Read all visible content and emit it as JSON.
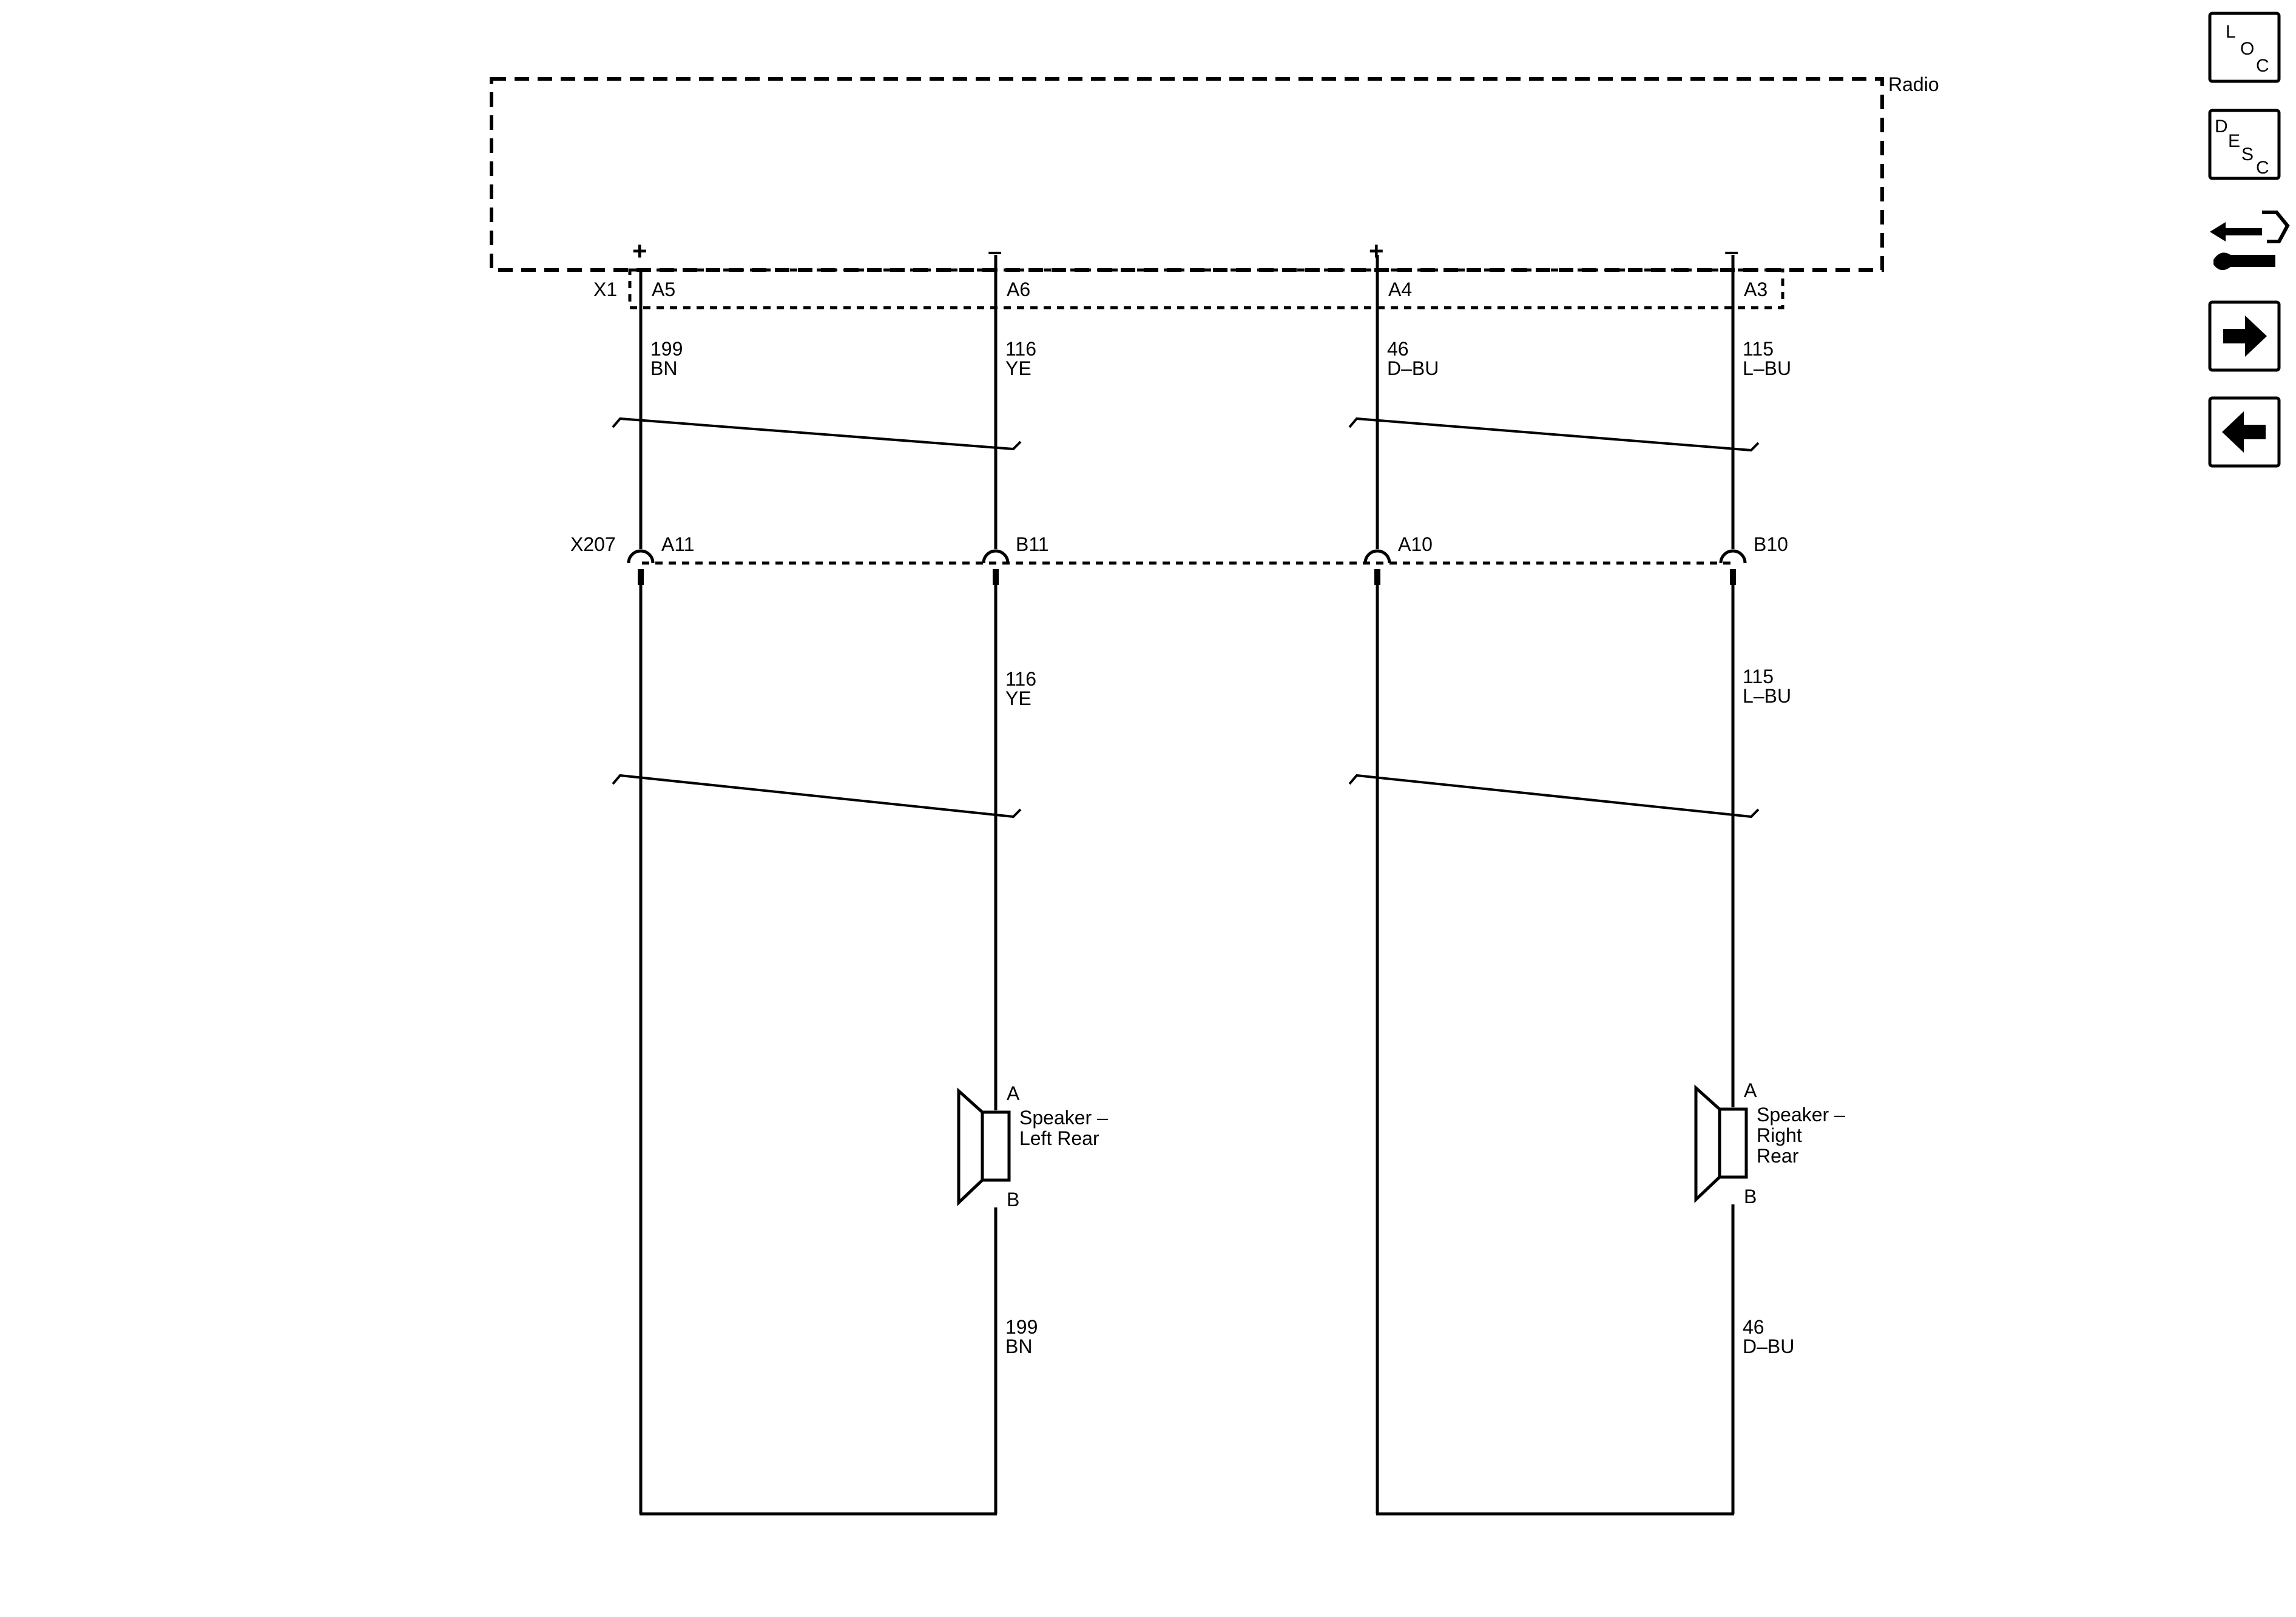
{
  "module": {
    "name": "Radio",
    "connector": "X1"
  },
  "inline_connector": {
    "name": "X207"
  },
  "circuits": [
    {
      "id": "left-plus",
      "polarity": "+",
      "pin": "A5",
      "circuit": "199",
      "color": "BN",
      "inline_pin": "A11"
    },
    {
      "id": "left-minus",
      "polarity": "–",
      "pin": "A6",
      "circuit": "116",
      "color": "YE",
      "inline_pin": "B11",
      "below_circuit": "116",
      "below_color": "YE"
    },
    {
      "id": "right-plus",
      "polarity": "+",
      "pin": "A4",
      "circuit": "46",
      "color": "D–BU",
      "inline_pin": "A10"
    },
    {
      "id": "right-minus",
      "polarity": "–",
      "pin": "A3",
      "circuit": "115",
      "color": "L–BU",
      "inline_pin": "B10",
      "below_circuit": "115",
      "below_color": "L–BU"
    }
  ],
  "speakers": [
    {
      "id": "left-rear",
      "pin_a": "A",
      "pin_b": "B",
      "name_lines": [
        "Speaker –",
        "Left Rear"
      ],
      "out_circuit": "199",
      "out_color": "BN"
    },
    {
      "id": "right-rear",
      "pin_a": "A",
      "pin_b": "B",
      "name_lines": [
        "Speaker –",
        "Right",
        "Rear"
      ],
      "out_circuit": "46",
      "out_color": "D–BU"
    }
  ],
  "nav_buttons": [
    {
      "id": "loc",
      "letters": [
        "L",
        "O",
        "C"
      ],
      "icon": "loc-letters"
    },
    {
      "id": "desc",
      "letters": [
        "D",
        "E",
        "S",
        "C"
      ],
      "icon": "desc-letters"
    },
    {
      "id": "connector-tool",
      "icon": "connector-wrench-icon"
    },
    {
      "id": "next",
      "icon": "arrow-right-icon"
    },
    {
      "id": "prev",
      "icon": "arrow-left-icon"
    }
  ]
}
